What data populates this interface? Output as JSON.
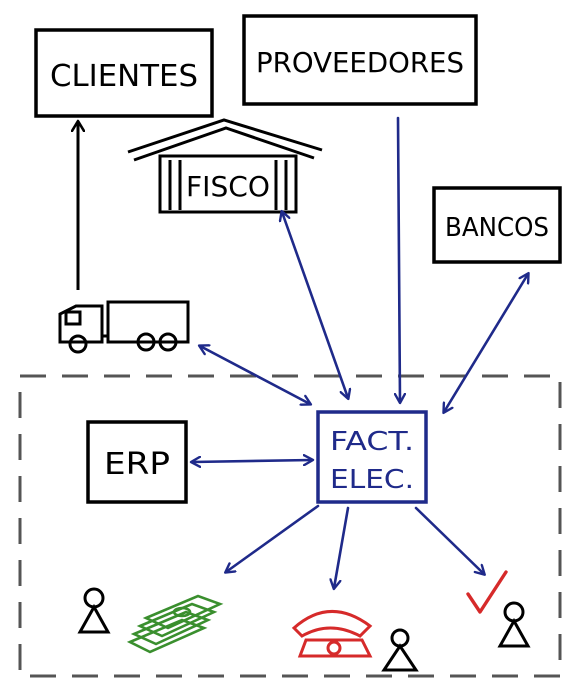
{
  "boxes": {
    "clientes": "CLIENTES",
    "proveedores": "PROVEEDORES",
    "fisco": "FISCO",
    "bancos": "BANCOS",
    "erp": "ERP",
    "fact_line1": "FACT.",
    "fact_line2": "ELEC."
  },
  "colors": {
    "ink": "#000000",
    "arrow": "#1f2a8a",
    "fact_box": "#1f2a8a",
    "money": "#3a8f2e",
    "phone": "#d62a2a",
    "check": "#d62a2a",
    "boundary": "#555555"
  },
  "icons": [
    "truck-icon",
    "person-icon",
    "money-icon",
    "phone-icon",
    "checkmark-icon"
  ]
}
